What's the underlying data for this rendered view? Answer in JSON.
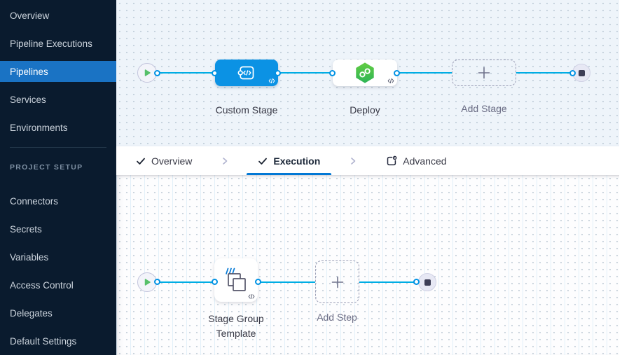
{
  "sidebar": {
    "nav_items": [
      {
        "label": "Overview"
      },
      {
        "label": "Pipeline Executions"
      },
      {
        "label": "Pipelines"
      },
      {
        "label": "Services"
      },
      {
        "label": "Environments"
      }
    ],
    "active_item": "Pipelines",
    "section_label": "PROJECT SETUP",
    "setup_items": [
      {
        "label": "Connectors"
      },
      {
        "label": "Secrets"
      },
      {
        "label": "Variables"
      },
      {
        "label": "Access Control"
      },
      {
        "label": "Delegates"
      },
      {
        "label": "Default Settings"
      }
    ]
  },
  "tabs": {
    "overview": {
      "label": "Overview",
      "state": "completed"
    },
    "execution": {
      "label": "Execution",
      "state": "active"
    },
    "advanced": {
      "label": "Advanced",
      "state": "normal"
    },
    "active_tab": "Execution"
  },
  "stage_flow": {
    "custom_stage": {
      "label": "Custom Stage"
    },
    "deploy": {
      "label": "Deploy"
    },
    "add_stage": {
      "label": "Add Stage"
    }
  },
  "execution_flow": {
    "stage_group_template": {
      "label": "Stage Group Template"
    },
    "add_step": {
      "label": "Add Step"
    }
  },
  "colors": {
    "sidebar_bg": "#0a1b2e",
    "sidebar_active_bg": "#1a73c4",
    "accent_blue": "#0278d5",
    "node_blue": "#0b92e4",
    "edge_cyan": "#00ade4",
    "connector_ring": "#0092e4",
    "deploy_green": "#4cc246",
    "play_green": "#57c06a",
    "canvas_top_bg": "#eef4fa",
    "canvas_bottom_bg": "#fdfdfe"
  }
}
